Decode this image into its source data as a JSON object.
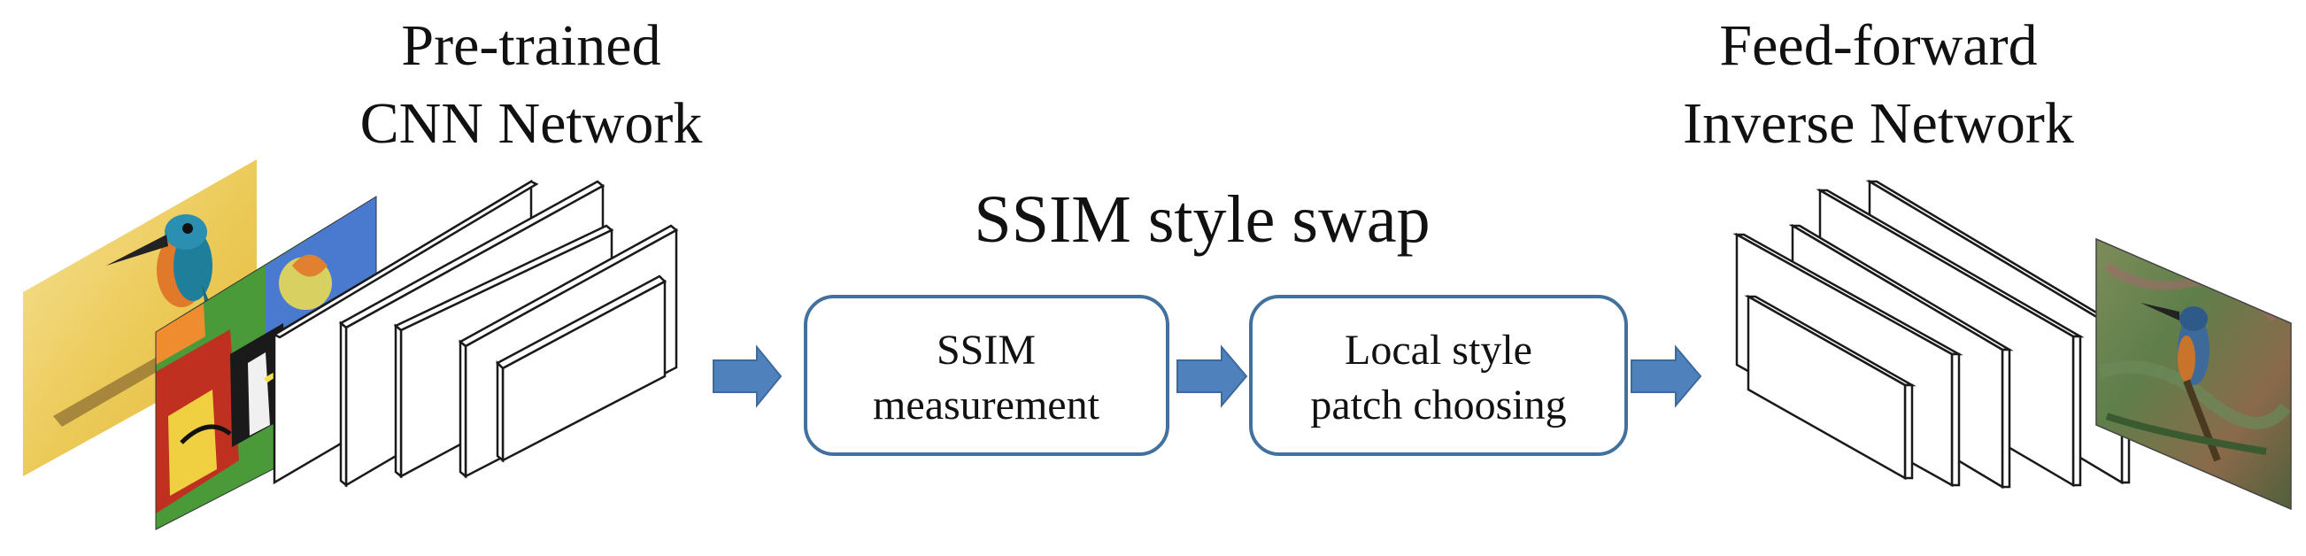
{
  "left_title": {
    "line1": "Pre-trained",
    "line2": "CNN Network"
  },
  "center_title": "SSIM style swap",
  "right_title": {
    "line1": "Feed-forward",
    "line2": "Inverse Network"
  },
  "box1": {
    "line1": "SSIM",
    "line2": "measurement"
  },
  "box2": {
    "line1": "Local style",
    "line2": "patch choosing"
  },
  "colors": {
    "arrow_fill": "#4f81bd",
    "arrow_stroke": "#3d6a9e",
    "box_stroke": "#41719c",
    "layer_stroke": "#1a1a1a"
  },
  "icons": {
    "input_content": "kingfisher-photo-icon",
    "input_style": "abstract-painting-icon",
    "output": "stylized-kingfisher-icon"
  }
}
